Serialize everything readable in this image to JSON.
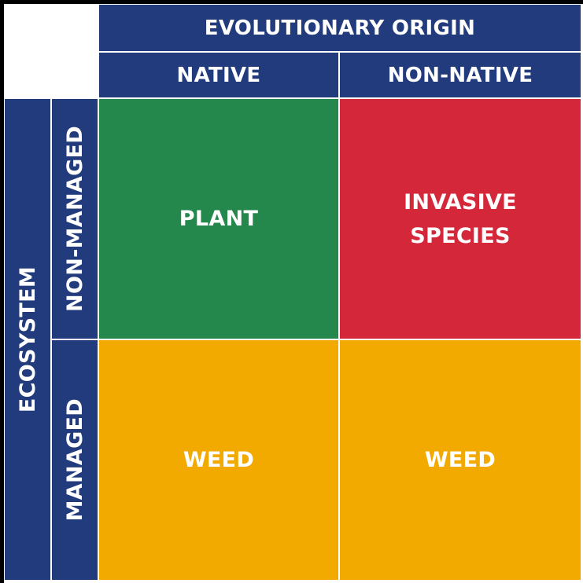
{
  "colors": {
    "navy": "#213B7C",
    "green": "#24884D",
    "red": "#D5273A",
    "amber": "#F2A900",
    "divider": "#FFFFFF"
  },
  "header": {
    "title": "EVOLUTIONARY ORIGIN",
    "columns": [
      "NATIVE",
      "NON-NATIVE"
    ]
  },
  "side": {
    "title": "ECOSYSTEM",
    "rows": [
      "NON-MANAGED",
      "MANAGED"
    ]
  },
  "matrix": {
    "non_managed_native": {
      "label": "PLANT",
      "color": "green"
    },
    "non_managed_non_native": {
      "label": "INVASIVE SPECIES",
      "line1": "INVASIVE",
      "line2": "SPECIES",
      "color": "red"
    },
    "managed_native": {
      "label": "WEED",
      "color": "amber"
    },
    "managed_non_native": {
      "label": "WEED",
      "color": "amber"
    }
  }
}
